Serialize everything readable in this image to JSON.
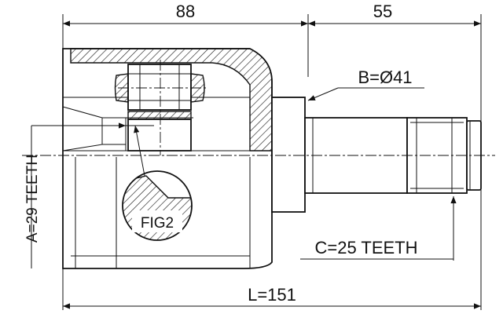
{
  "dimensions": {
    "top_left": "88",
    "top_right": "55",
    "overall": "L=151"
  },
  "callouts": {
    "b": "B=Ø41",
    "c": "C=25 TEETH",
    "a": "A=29 TEETH",
    "fig": "FIG2"
  }
}
